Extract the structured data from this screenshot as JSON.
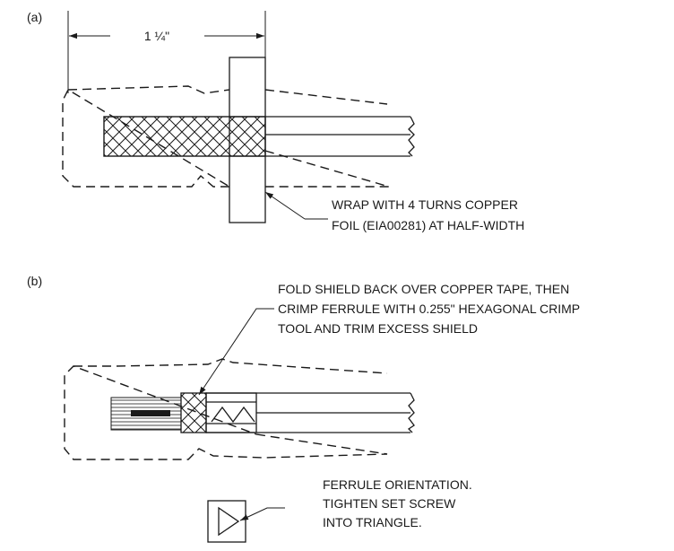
{
  "panel_a": {
    "label": "(a)",
    "dimension": "1 ¼\"",
    "note_line1": "WRAP WITH 4 TURNS COPPER",
    "note_line2": "FOIL (EIA00281) AT HALF-WIDTH"
  },
  "panel_b": {
    "label": "(b)",
    "note_line1": "FOLD SHIELD BACK OVER COPPER TAPE, THEN",
    "note_line2": "CRIMP FERRULE WITH 0.255\" HEXAGONAL CRIMP",
    "note_line3": "TOOL AND TRIM EXCESS SHIELD",
    "orient_line1": "FERRULE ORIENTATION.",
    "orient_line2": "TIGHTEN SET SCREW",
    "orient_line3": "INTO TRIANGLE."
  }
}
